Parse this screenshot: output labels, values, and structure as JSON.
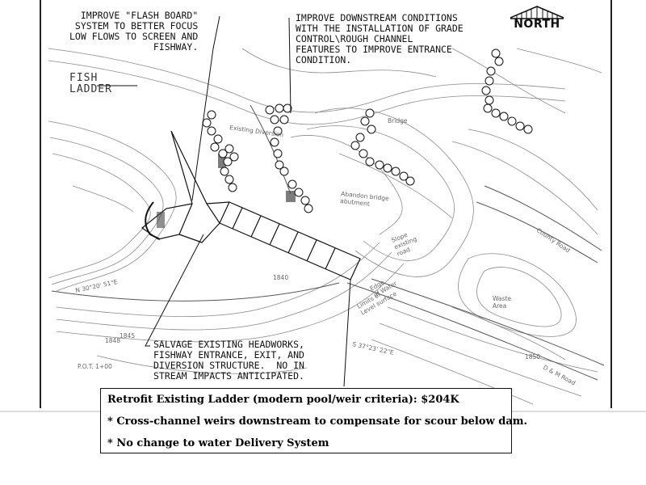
{
  "notes": {
    "flash_board": "IMPROVE \"FLASH BOARD\"\nSYSTEM TO BETTER FOCUS\nLOW FLOWS TO SCREEN AND\nFISHWAY.",
    "downstream": "IMPROVE DOWNSTREAM CONDITIONS\nWITH THE INSTALLATION OF GRADE\nCONTROL\\ROUGH CHANNEL\nFEATURES TO IMPROVE ENTRANCE\nCONDITION.",
    "salvage": "SALVAGE EXISTING HEADWORKS,\nFISHWAY ENTRANCE, EXIT, AND\nDIVERSION STRUCTURE.  NO IN\nSTREAM IMPACTS ANTICIPATED."
  },
  "labels": {
    "fish_ladder": "FISH\nLADDER",
    "north": "NORTH",
    "existing_diversion": "Existing Diversion",
    "bridge": "Bridge",
    "abandon_bridge": "Abandon bridge\nabutment",
    "slope_existing_road": "Slope\nexisting\nroad",
    "waste_area": "Waste\nArea",
    "county_road": "County Road",
    "dm_road": "D & M Road",
    "edge_water": "Edge\nof Water",
    "bearing_1": "N 30°20' 51\"E",
    "bearing_2": "S 37°23' 22\"E",
    "poc": "P.O.T. 1+00",
    "limits": "Limits of\nLevel surface",
    "elev_1": "1840",
    "elev_2": "1845",
    "elev_3": "1850",
    "elev_4": "1848"
  },
  "caption": {
    "line1": "Retrofit Existing Ladder (modern pool/weir criteria):  $204K",
    "line2": "*  Cross-channel weirs downstream to compensate for scour below dam.",
    "line3": "*  No change to water Delivery System"
  }
}
